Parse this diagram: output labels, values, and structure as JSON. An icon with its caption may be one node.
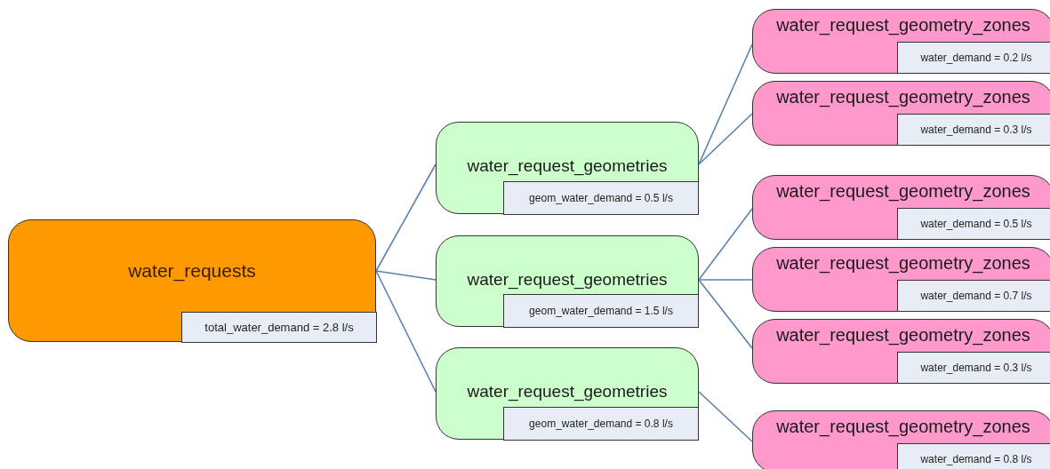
{
  "diagram": {
    "nodes": [
      {
        "text": [
          "water_requests"
        ]
      },
      {
        "text": [
          "total_water_demand = 2.8 l/s"
        ],
        "in": 0
      },
      {
        "text": [
          "water_request_geometries"
        ]
      },
      {
        "text": [
          "geom_water_demand = 0.5 l/s"
        ],
        "in": 2
      },
      {
        "text": [
          "water_request_geometries"
        ]
      },
      {
        "text": [
          "geom_water_demand = 1.5 l/s"
        ],
        "in": 4
      },
      {
        "text": [
          "water_request_geometries"
        ]
      },
      {
        "text": [
          "geom_water_demand = 0.8 l/s"
        ],
        "in": 6
      },
      {
        "text": [
          "water_request_geometry_zones"
        ]
      },
      {
        "text": [
          "water_demand = 0.2 l/s"
        ],
        "in": 8
      },
      {
        "text": [
          "water_request_geometry_zones"
        ]
      },
      {
        "text": [
          "water_demand = 0.3 l/s"
        ],
        "in": 10
      },
      {
        "text": [
          "water_request_geometry_zones"
        ]
      },
      {
        "text": [
          "water_demand = 0.5 l/s"
        ],
        "in": 12
      },
      {
        "text": [
          "water_request_geometry_zones"
        ]
      },
      {
        "text": [
          "water_demand = 0.7 l/s"
        ],
        "in": 14
      },
      {
        "text": [
          "water_request_geometry_zones"
        ]
      },
      {
        "text": [
          "water_demand = 0.3 l/s"
        ],
        "in": 16
      },
      {
        "text": [
          "water_request_geometry_zones"
        ]
      },
      {
        "text": [
          "water_demand = 0.8 l/s"
        ],
        "in": 18
      }
    ],
    "edges": [
      {
        "from": 0,
        "to": 2,
        "arrow": "none"
      },
      {
        "from": 0,
        "to": 4,
        "arrow": "none"
      },
      {
        "from": 0,
        "to": 6,
        "arrow": "none"
      },
      {
        "from": 2,
        "to": 8,
        "arrow": "none"
      },
      {
        "from": 2,
        "to": 10,
        "arrow": "none"
      },
      {
        "from": 4,
        "to": 12,
        "arrow": "none"
      },
      {
        "from": 4,
        "to": 14,
        "arrow": "none"
      },
      {
        "from": 4,
        "to": 16,
        "arrow": "none"
      },
      {
        "from": 6,
        "to": 18,
        "arrow": "none"
      }
    ]
  }
}
